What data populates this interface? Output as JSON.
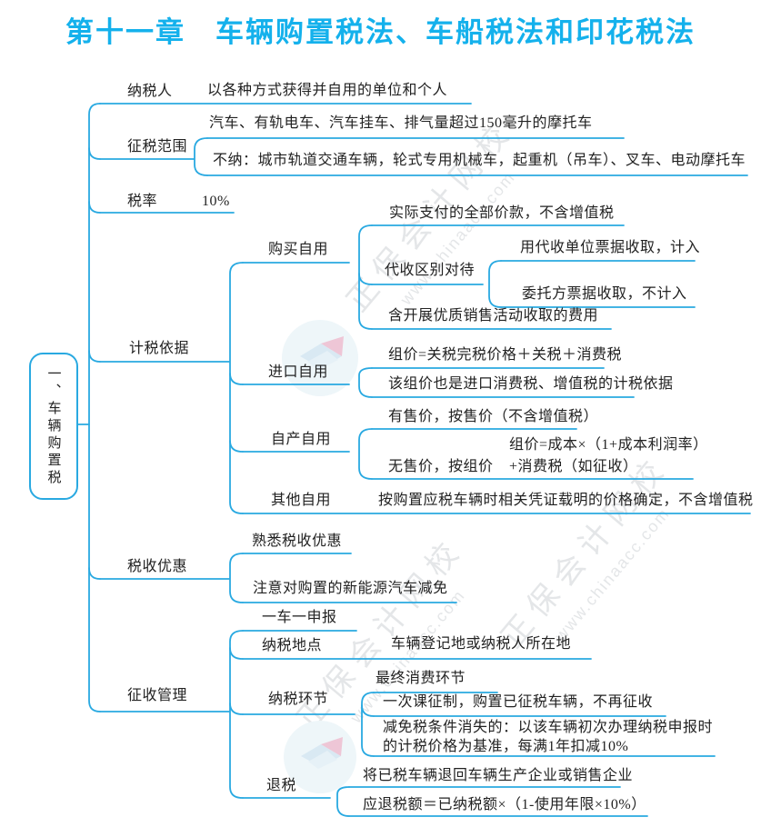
{
  "title": "第十一章　车辆购置税法、车船税法和印花税法",
  "root": {
    "label": "一、车辆购置税"
  },
  "watermark": {
    "brand": "正保会计网校",
    "url": "www.chinaacc.com"
  },
  "colors": {
    "line": "#29a9e1",
    "title": "#14b1ec",
    "text": "#222222"
  },
  "nodes": {
    "taxpayer": {
      "label": "纳税人",
      "desc": "以各种方式获得并自用的单位和个人"
    },
    "scope": {
      "label": "征税范围",
      "included": "汽车、有轨电车、汽车挂车、排气量超过150毫升的摩托车",
      "excluded": "不纳：城市轨道交通车辆，轮式专用机械车，起重机（吊车）、叉车、电动摩托车"
    },
    "rate": {
      "label": "税率",
      "value": "10%"
    },
    "basis": {
      "label": "计税依据",
      "buy": {
        "label": "购买自用",
        "c1": "实际支付的全部价款，不含增值税",
        "collect": {
          "label": "代收区别对待",
          "c1": "用代收单位票据收取，计入",
          "c2": "委托方票据收取，不计入"
        },
        "c3": "含开展优质销售活动收取的费用"
      },
      "import": {
        "label": "进口自用",
        "c1": "组价=关税完税价格＋关税＋消费税",
        "c2": "该组价也是进口消费税、增值税的计税依据"
      },
      "selfmade": {
        "label": "自产自用",
        "c1": "有售价，按售价（不含增值税）",
        "c2": "无售价，按组价",
        "formula": "组价=成本×（1+成本利润率）\n+消费税（如征收）"
      },
      "other": {
        "label": "其他自用",
        "c1": "按购置应税车辆时相关凭证载明的价格确定，不含增值税"
      }
    },
    "incentives": {
      "label": "税收优惠",
      "c1": "熟悉税收优惠",
      "c2": "注意对购置的新能源汽车减免"
    },
    "admin": {
      "label": "征收管理",
      "c1": "一车一申报",
      "place": {
        "label": "纳税地点",
        "c1": "车辆登记地或纳税人所在地"
      },
      "stage": {
        "label": "纳税环节",
        "c1": "最终消费环节",
        "c2": "一次课征制，购置已征税车辆，不再征收",
        "c3": "减免税条件消失的：以该车辆初次办理纳税申报时的计税价格为基准，每满1年扣减10%"
      },
      "refund": {
        "label": "退税",
        "c1": "将已税车辆退回车辆生产企业或销售企业",
        "c2": "应退税额＝已纳税额×（1-使用年限×10%）"
      }
    }
  }
}
